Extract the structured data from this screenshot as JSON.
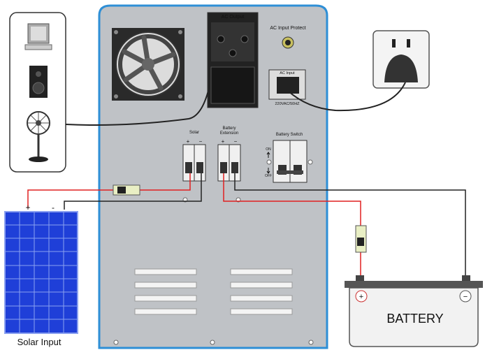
{
  "inverter": {
    "ac_output_label": "AC Output",
    "ac_input_protect_label": "AC Input Protect",
    "ac_input_label": "AC Input",
    "ac_input_rating": "220VAC/50HZ",
    "solar_label": "Solar",
    "battery_extension_label_1": "Battery",
    "battery_extension_label_2": "Extension",
    "battery_switch_label": "Battery Switch",
    "switch_on": "ON",
    "switch_off": "OFF",
    "plus_sign": "+",
    "minus_sign": "−"
  },
  "solar_panel": {
    "label": "Solar Input",
    "plus": "+",
    "minus": "-"
  },
  "battery": {
    "label": "BATTERY",
    "plus": "+",
    "minus": "−"
  },
  "colors": {
    "inverter_body": "#bfc2c6",
    "inverter_border": "#2e8fd6",
    "solar_blue": "#1f3fd8",
    "wire_red": "#e02020",
    "wire_black": "#222222",
    "battery_body": "#f2f2f2"
  }
}
